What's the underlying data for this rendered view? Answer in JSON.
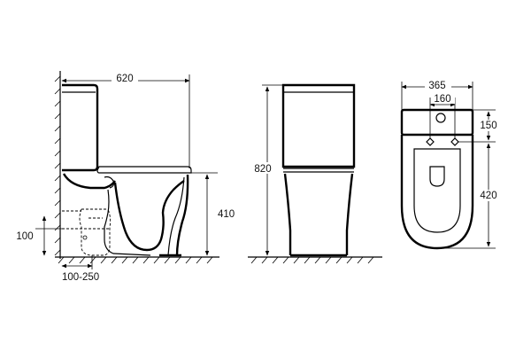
{
  "dimensions": {
    "side_width": "620",
    "side_height": "410",
    "drain_height": "100",
    "drain_offset": "100-250",
    "front_height": "820",
    "top_width": "365",
    "holes_spacing": "160",
    "tank_depth": "150",
    "bowl_length": "420"
  }
}
